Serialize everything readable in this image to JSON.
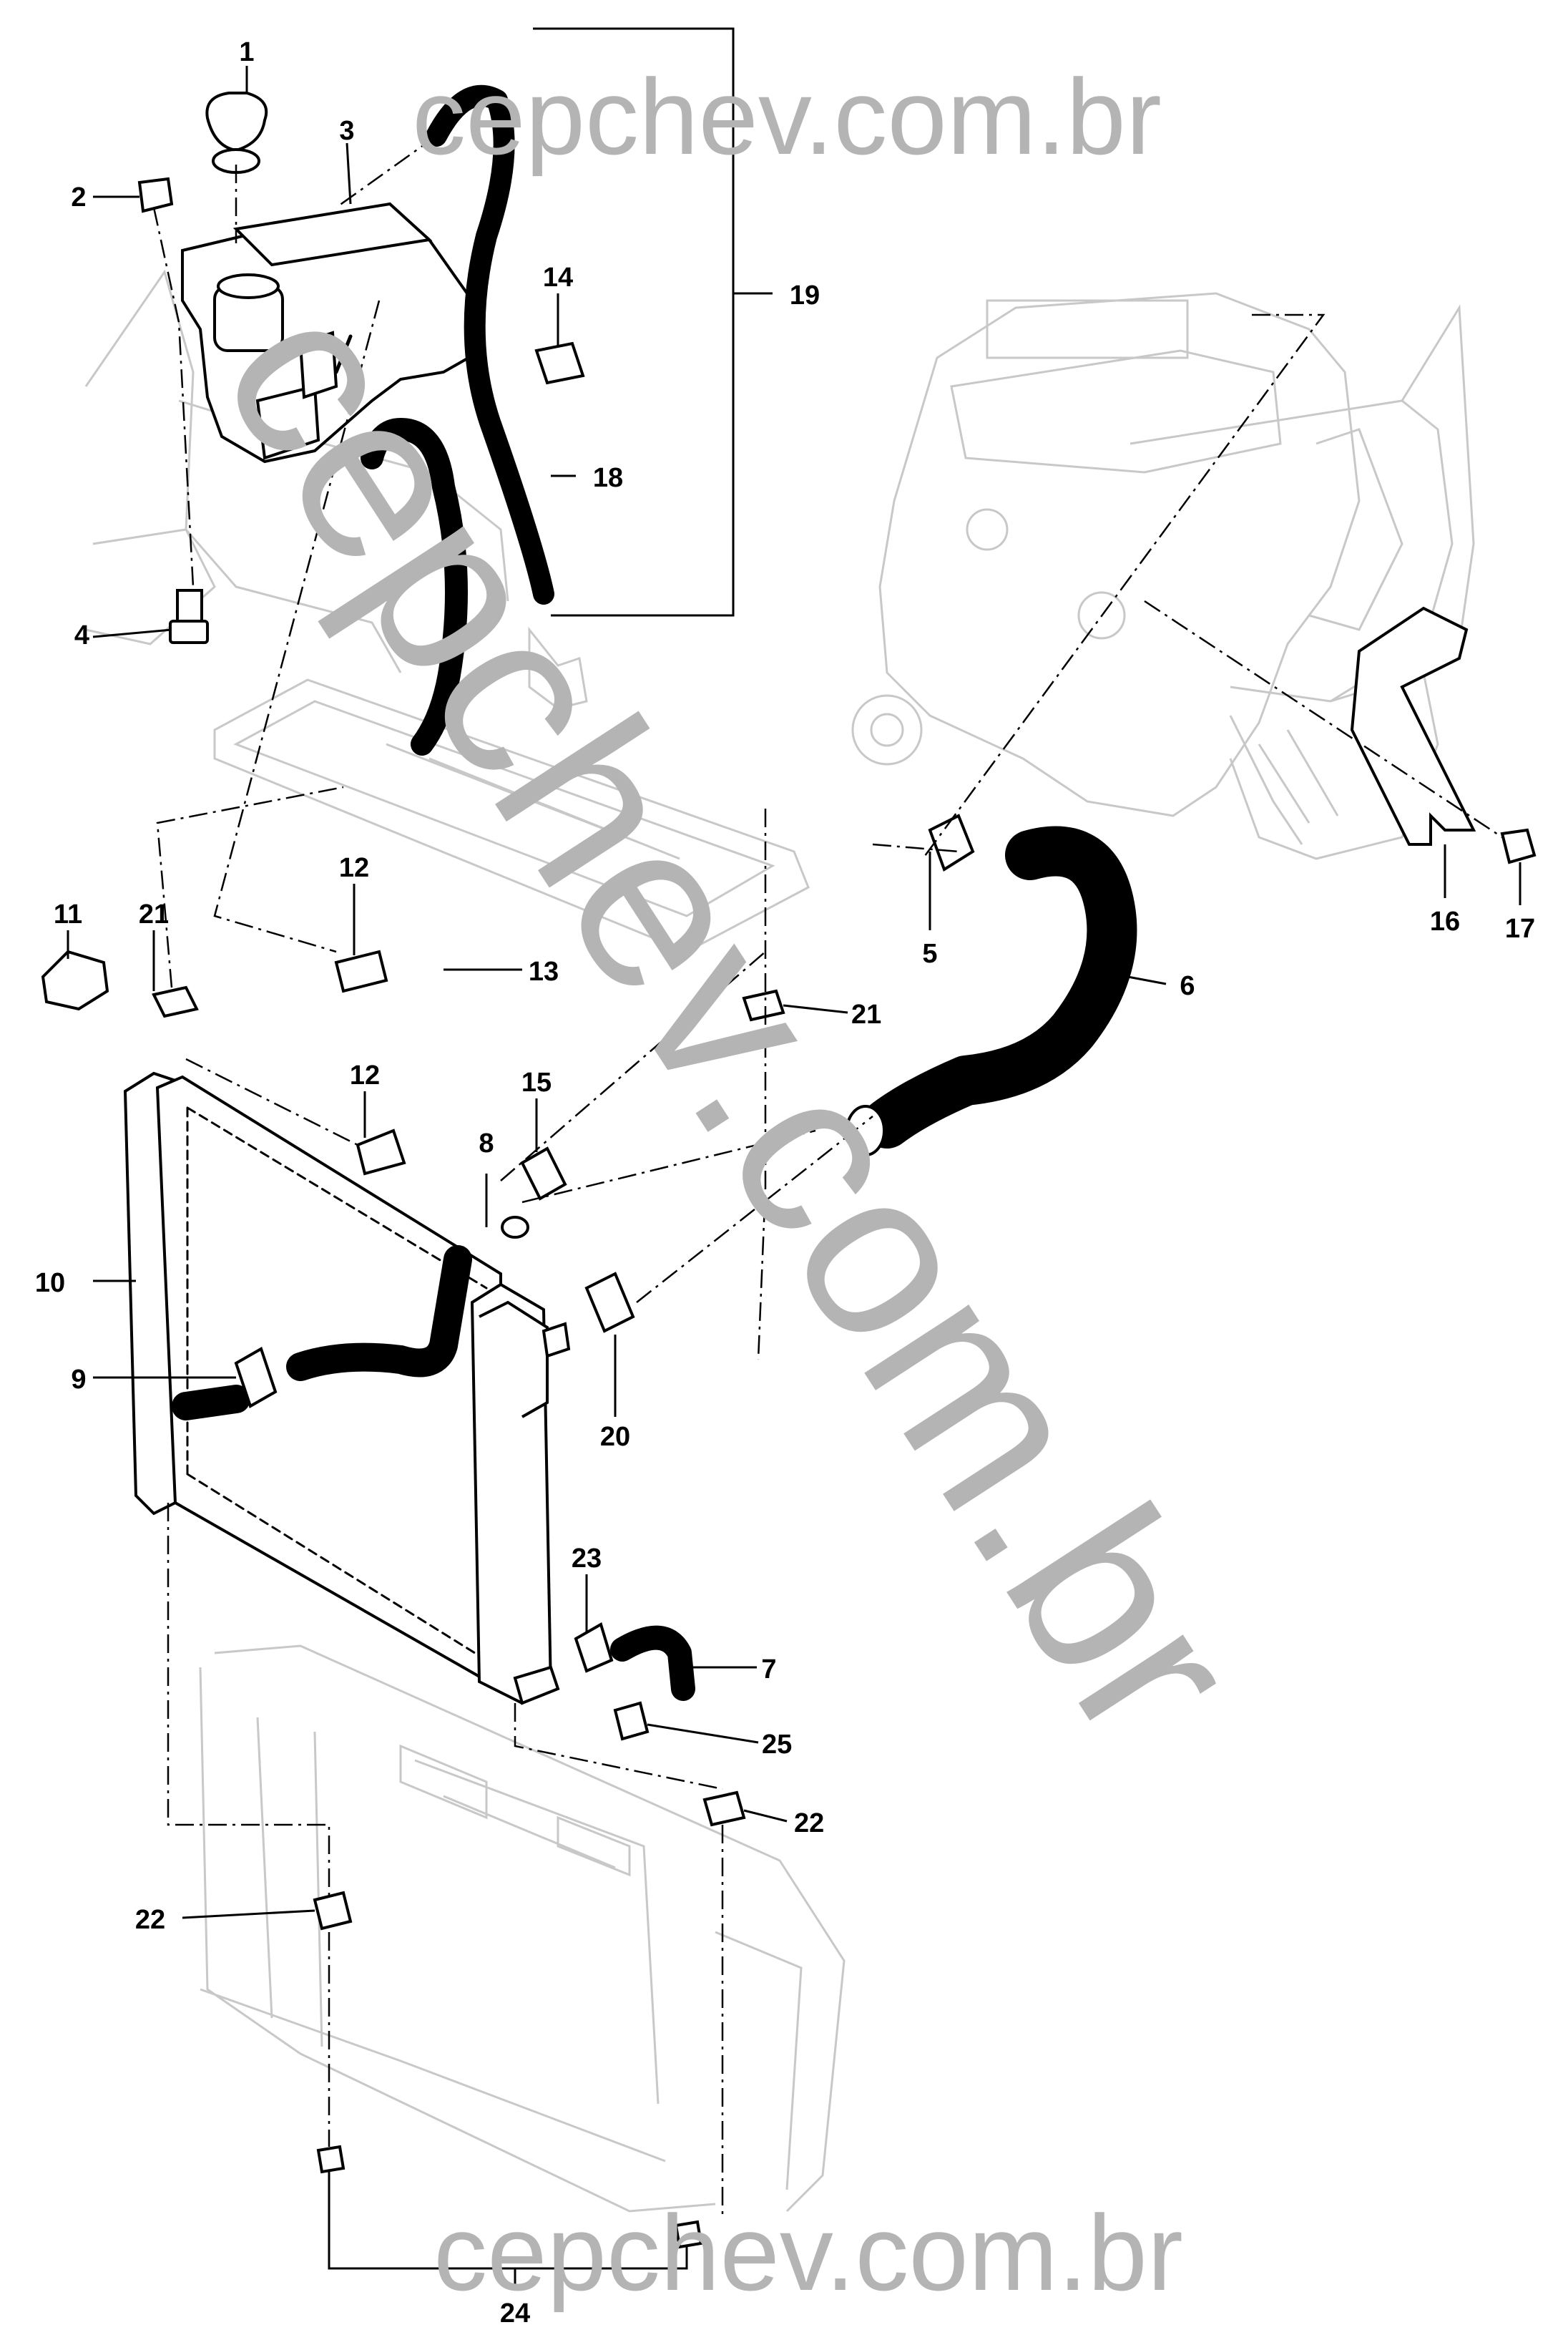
{
  "watermark": {
    "top": "cepchev.com.br",
    "bottom": "cepchev.com.br",
    "diagonal": "cepchev.com.br"
  },
  "callouts": {
    "c1": "1",
    "c2": "2",
    "c3": "3",
    "c4": "4",
    "c5": "5",
    "c6": "6",
    "c7": "7",
    "c8": "8",
    "c9": "9",
    "c10": "10",
    "c11": "11",
    "c12a": "12",
    "c12b": "12",
    "c13": "13",
    "c14": "14",
    "c15": "15",
    "c16": "16",
    "c17": "17",
    "c18": "18",
    "c19": "19",
    "c20": "20",
    "c21a": "21",
    "c21b": "21",
    "c22a": "22",
    "c22b": "22",
    "c23": "23",
    "c24": "24",
    "c25": "25"
  }
}
